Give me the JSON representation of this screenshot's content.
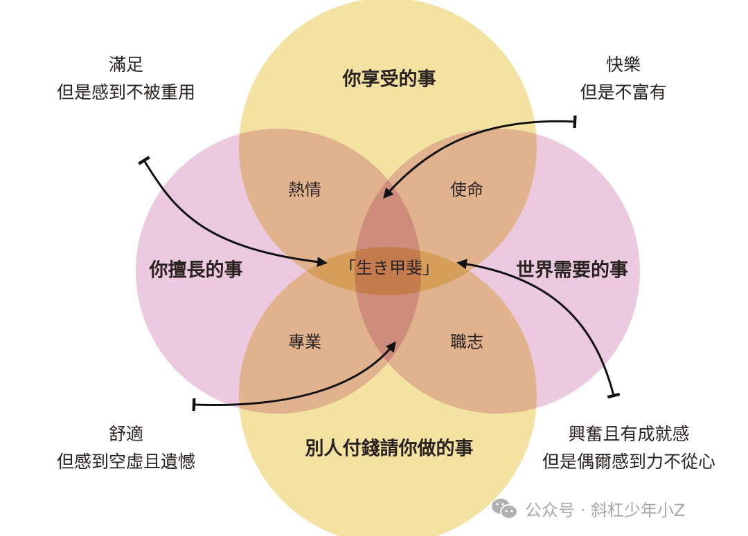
{
  "circles": {
    "top": "你享受的事",
    "left": "你擅長的事",
    "right": "世界需要的事",
    "bottom": "別人付錢請你做的事"
  },
  "overlaps": {
    "top_left": "熱情",
    "top_right": "使命",
    "bottom_left": "專業",
    "bottom_right": "職志",
    "center": "「生き甲斐」"
  },
  "corners": {
    "top_left": [
      "滿足",
      "但是感到不被重用"
    ],
    "top_right": [
      "快樂",
      "但是不富有"
    ],
    "bottom_left": [
      "舒適",
      "但感到空虛且遺憾"
    ],
    "bottom_right": [
      "興奮且有成就感",
      "但是偶爾感到力不從心"
    ]
  },
  "watermark": {
    "icon": "wechat-icon",
    "text": "公众号 · 斜杠少年小Z"
  },
  "colors": {
    "yellow": "#F3E2A2",
    "pink": "#EBC9DF",
    "arrow": "#111111"
  }
}
